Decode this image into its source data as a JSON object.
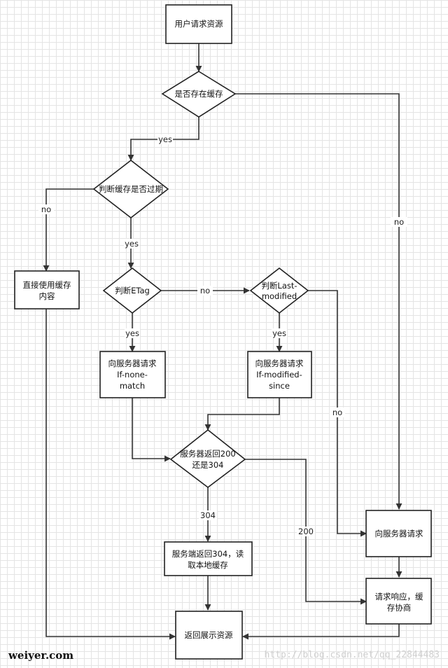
{
  "nodes": {
    "user_request": "用户请求资源",
    "is_cached": "是否存在缓存",
    "check_expired": "判断缓存是否过期",
    "use_cache_direct": [
      "直接使用缓存",
      "内容"
    ],
    "check_etag": "判断ETag",
    "check_last_modified": [
      "判断Last-",
      "modified"
    ],
    "req_if_none_match": [
      "向服务器请求",
      "If-none-",
      "match"
    ],
    "req_if_modified_since": [
      "向服务器请求",
      "If-modified-",
      "since"
    ],
    "server_status": [
      "服务器返回200",
      "还是304"
    ],
    "server_304_local": [
      "服务端返回304，读",
      "取本地缓存"
    ],
    "request_server": "向服务器请求",
    "response_cache": [
      "请求响应，缓",
      "存协商"
    ],
    "show_resource": "返回展示资源"
  },
  "edges": {
    "yes": "yes",
    "no": "no",
    "code_304": "304",
    "code_200": "200"
  },
  "watermarks": {
    "left": "weiyer.com",
    "right": "http://blog.csdn.net/qq_22844483"
  }
}
